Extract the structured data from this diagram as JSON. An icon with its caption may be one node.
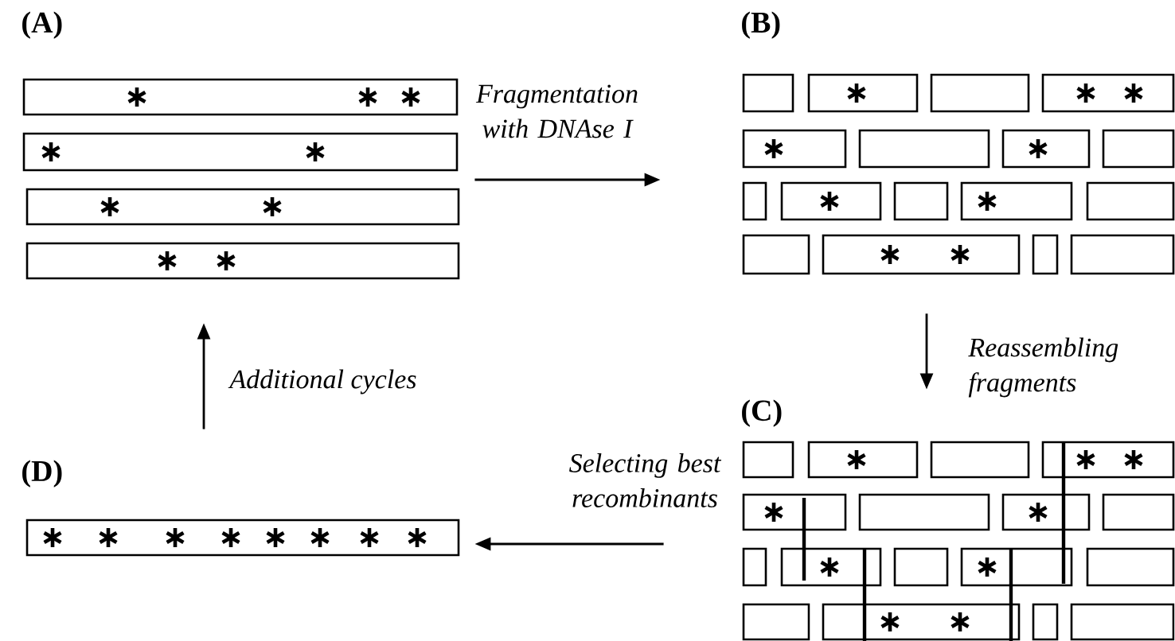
{
  "diagram": {
    "nodes": [
      {
        "text": [
          "(A)"
        ]
      },
      {
        "text": [
          "(B)"
        ]
      },
      {
        "text": [
          "(C)"
        ]
      },
      {
        "text": [
          "(D)"
        ]
      }
    ],
    "edges": [
      {
        "from": 0,
        "to": 1,
        "arrow": "to",
        "label": "Fragmentation with DNAse I"
      },
      {
        "from": 1,
        "to": 2,
        "arrow": "to",
        "label": "Reassembling fragments"
      },
      {
        "from": 2,
        "to": 3,
        "arrow": "to",
        "label": "Selecting best recombinants"
      },
      {
        "from": 3,
        "to": 0,
        "arrow": "to",
        "label": "Additional cycles"
      }
    ]
  }
}
